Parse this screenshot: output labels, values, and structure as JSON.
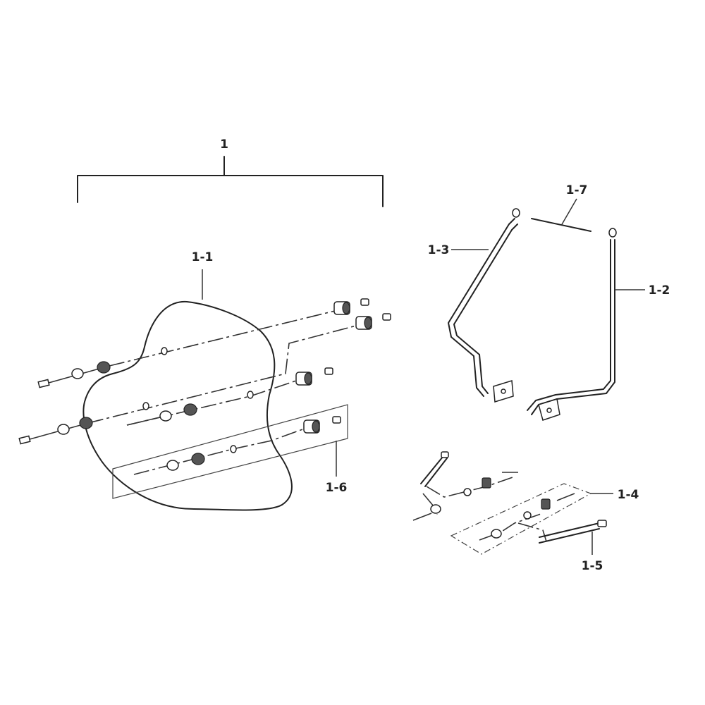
{
  "labels": {
    "assembly": "1",
    "p1_1": "1-1",
    "p1_2": "1-2",
    "p1_3": "1-3",
    "p1_4": "1-4",
    "p1_5": "1-5",
    "p1_6": "1-6",
    "p1_7": "1-7"
  }
}
